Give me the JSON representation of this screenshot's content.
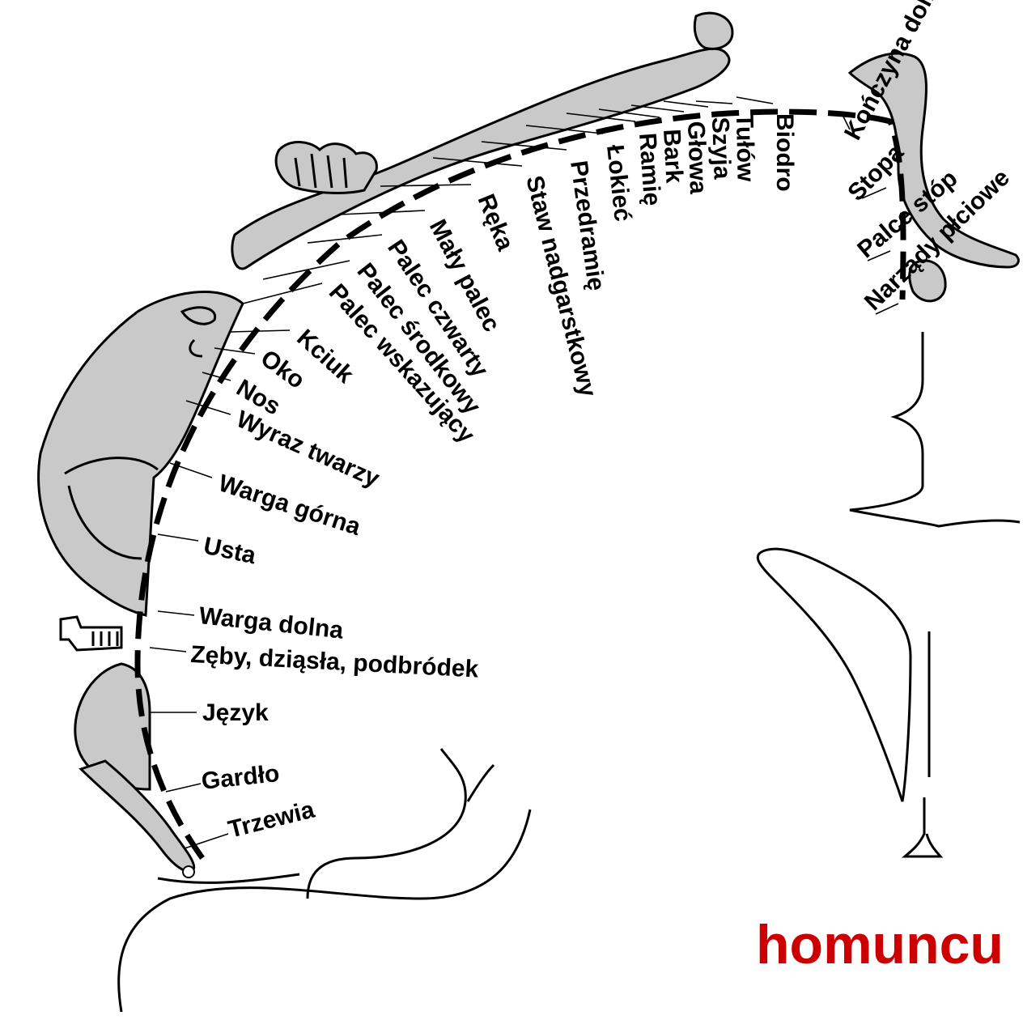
{
  "title": "homuncu",
  "title_color": "#cc0000",
  "labels": [
    {
      "id": "trzewia",
      "text": "Trzewia"
    },
    {
      "id": "gardlo",
      "text": "Gardło"
    },
    {
      "id": "jezyk",
      "text": "Język"
    },
    {
      "id": "zeby",
      "text": "Zęby, dziąsła, podbródek"
    },
    {
      "id": "warga-dolna",
      "text": "Warga dolna"
    },
    {
      "id": "usta",
      "text": "Usta"
    },
    {
      "id": "warga-gorna",
      "text": "Warga górna"
    },
    {
      "id": "wyraz-twarzy",
      "text": "Wyraz twarzy"
    },
    {
      "id": "nos",
      "text": "Nos"
    },
    {
      "id": "oko",
      "text": "Oko"
    },
    {
      "id": "kciuk",
      "text": "Kciuk"
    },
    {
      "id": "palec-wskazujacy",
      "text": "Palec wskazujący"
    },
    {
      "id": "palec-srodkowy",
      "text": "Palec środkowy"
    },
    {
      "id": "palec-czwarty",
      "text": "Palec czwarty"
    },
    {
      "id": "maly-palec",
      "text": "Mały palec"
    },
    {
      "id": "reka",
      "text": "Ręka"
    },
    {
      "id": "staw-nadgarstkowy",
      "text": "Staw nadgarstkowy"
    },
    {
      "id": "przedramie",
      "text": "Przedramię"
    },
    {
      "id": "lokiec",
      "text": "Łokieć"
    },
    {
      "id": "ramie",
      "text": "Ramię"
    },
    {
      "id": "bark",
      "text": "Bark"
    },
    {
      "id": "glowa",
      "text": "Głowa"
    },
    {
      "id": "szyja",
      "text": "Szyja"
    },
    {
      "id": "tulow",
      "text": "Tułów"
    },
    {
      "id": "biodro",
      "text": "Biodro"
    },
    {
      "id": "konczyna-dolna",
      "text": "Kończyna dolna"
    },
    {
      "id": "stopa",
      "text": "Stopa"
    },
    {
      "id": "palce-stop",
      "text": "Palce stóp"
    },
    {
      "id": "narzady-plciowe",
      "text": "Narządy płciowe"
    }
  ]
}
